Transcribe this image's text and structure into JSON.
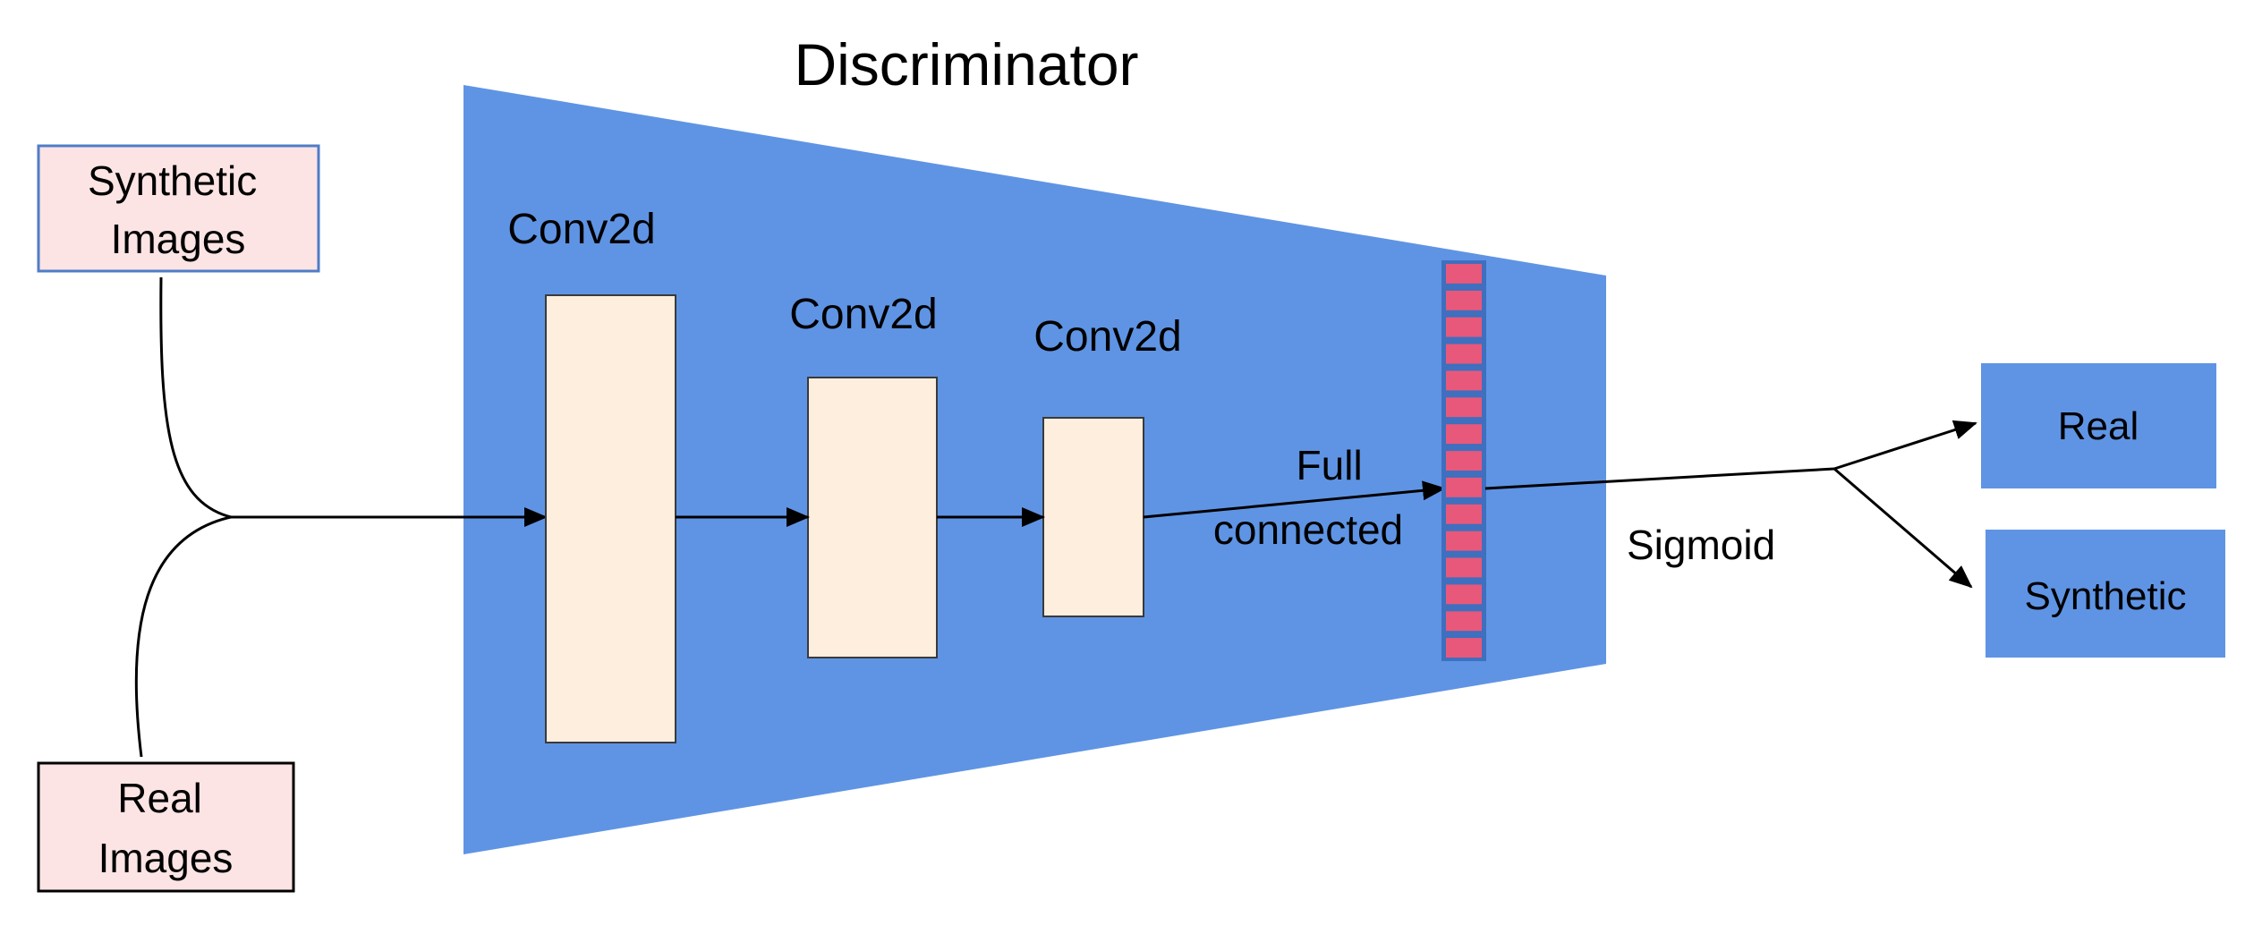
{
  "title": "Discriminator",
  "inputs": {
    "synthetic": [
      "Synthetic",
      "Images"
    ],
    "real": [
      "Real",
      "Images"
    ]
  },
  "layers": {
    "conv1": "Conv2d",
    "conv2": "Conv2d",
    "conv3": "Conv2d",
    "fc": [
      "Full",
      "connected"
    ],
    "activation": "Sigmoid"
  },
  "outputs": {
    "real": "Real",
    "synthetic": "Synthetic"
  },
  "colors": {
    "network_body": "#5f94e4",
    "conv_block": "#fdeedd",
    "input_box_fill": "#fce4e4",
    "input_box_border": "#4f7dc7",
    "fc_cell": "#e8587a",
    "output_box": "#5f94e4",
    "line": "#000000"
  }
}
